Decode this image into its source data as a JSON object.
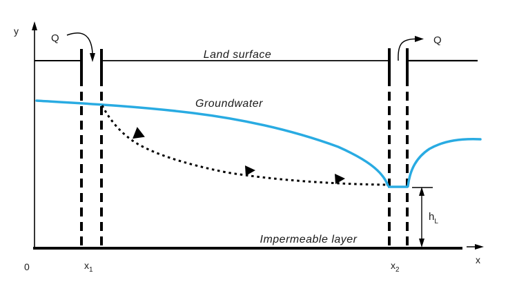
{
  "figure": {
    "title_semantic": "Groundwater flow between two wells",
    "axes": {
      "y_label": "y",
      "x_label": "x",
      "origin_label": "0"
    },
    "wells": {
      "q_left_label": "Q",
      "q_right_label": "Q",
      "x1_base": "x",
      "x1_sub": "1",
      "x2_base": "x",
      "x2_sub": "2"
    },
    "layers": {
      "land_surface": "Land surface",
      "groundwater": "Groundwater",
      "impermeable": "Impermeable layer"
    },
    "head_loss": {
      "base": "h",
      "sub": "L"
    },
    "colors": {
      "water": "#29abe2",
      "ink": "#000000",
      "background": "#ffffff"
    }
  }
}
